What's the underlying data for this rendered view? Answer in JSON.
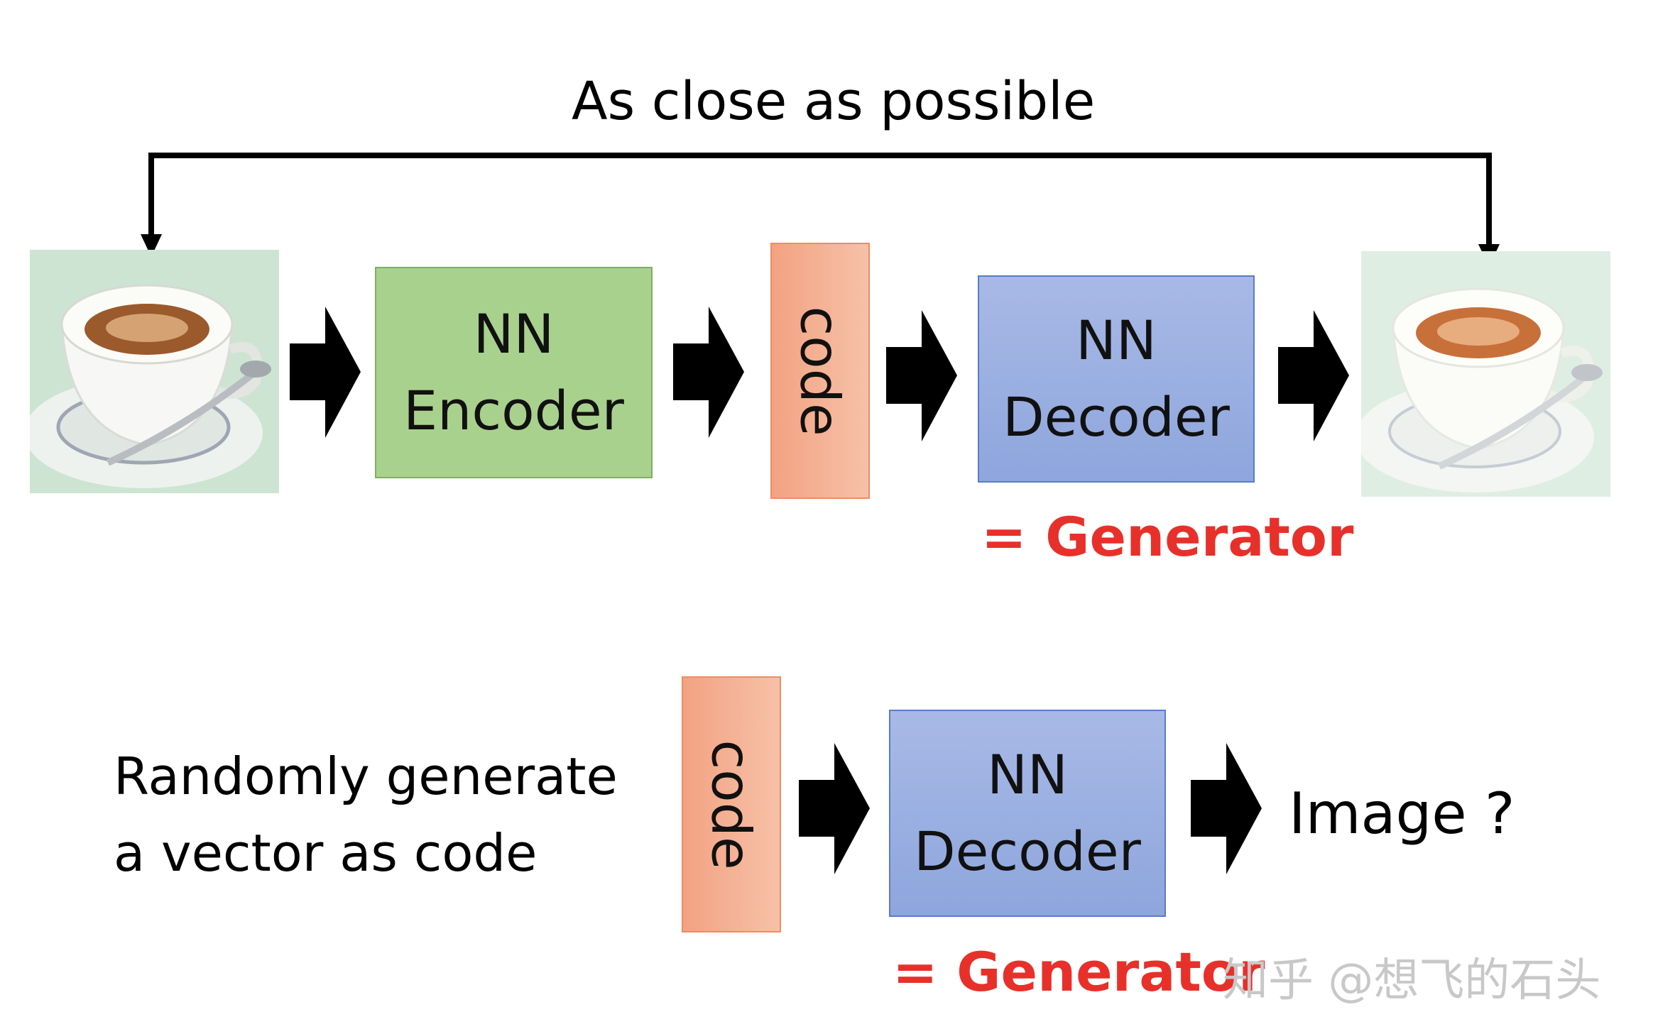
{
  "title": "As close as possible",
  "encoder": {
    "line1": "NN",
    "line2": "Encoder"
  },
  "code_label": "code",
  "decoder": {
    "line1": "NN",
    "line2": "Decoder"
  },
  "generator_label": "= Generator",
  "random_text": {
    "line1": "Randomly generate",
    "line2": "a vector as code"
  },
  "image_question": "Image ?",
  "watermark": "知乎 @想飞的石头",
  "colors": {
    "encoder_fill": "#a9d18e",
    "decoder_fill": "#8ea6dd",
    "code_fill": "#f3a282",
    "generator_text": "#e8302a"
  }
}
